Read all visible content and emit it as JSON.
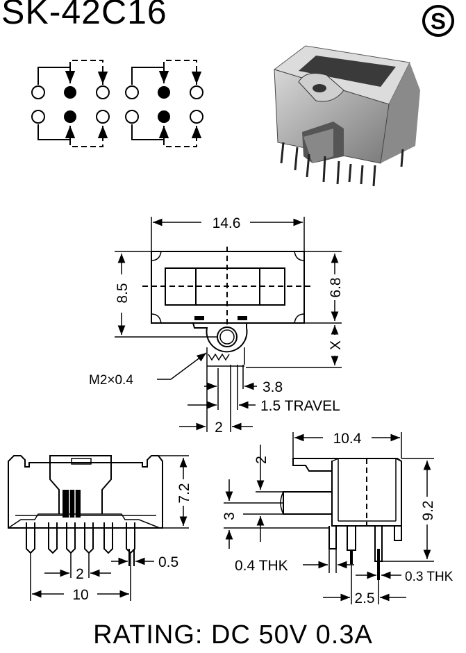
{
  "title": "SK-42C16",
  "logo_letter": "S",
  "rating": "RATING: DC 50V 0.3A",
  "top_view": {
    "width": "14.6",
    "height": "8.5",
    "inner_height": "6.8",
    "x_label": "X"
  },
  "thread_label": "M2×0.4",
  "dims_mid": {
    "d38": "3.8",
    "travel": "1.5 TRAVEL",
    "pitch2": "2"
  },
  "front_view": {
    "height": "7.2",
    "pin_pitch": "2",
    "thk": "0.5",
    "width": "10"
  },
  "side_view": {
    "width": "10.4",
    "actuator": "2",
    "three": "3",
    "height": "9.2",
    "thk04": "0.4 THK",
    "thk03": "0.3 THK",
    "pitch": "2.5"
  }
}
